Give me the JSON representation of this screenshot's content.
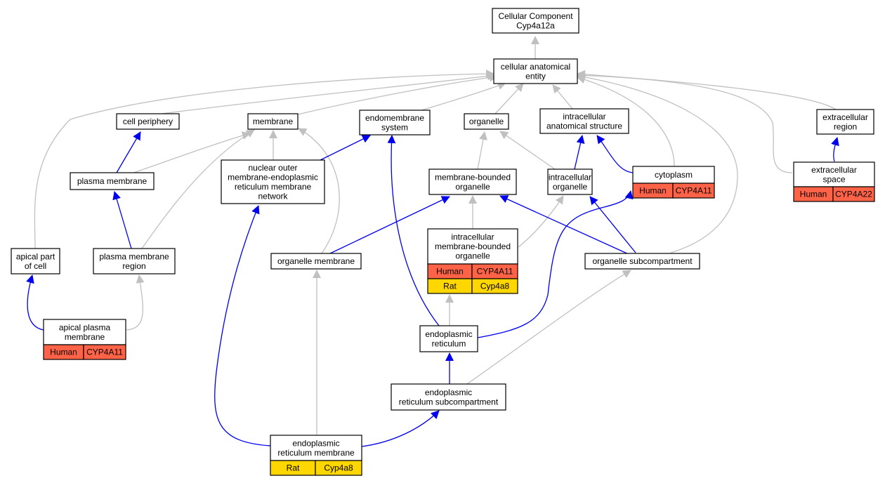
{
  "colors": {
    "gray_edge": "#c0c0c0",
    "blue_edge": "#0000ee",
    "human": "#ff6347",
    "rat": "#ffd700"
  },
  "nodes": {
    "root": {
      "lines": [
        "Cellular Component",
        "Cyp4a12a"
      ]
    },
    "cae": {
      "lines": [
        "cellular anatomical",
        "entity"
      ]
    },
    "cell_periphery": {
      "lines": [
        "cell periphery"
      ]
    },
    "membrane": {
      "lines": [
        "membrane"
      ]
    },
    "endomembrane": {
      "lines": [
        "endomembrane",
        "system"
      ]
    },
    "organelle": {
      "lines": [
        "organelle"
      ]
    },
    "ias": {
      "lines": [
        "intracellular",
        "anatomical structure"
      ]
    },
    "extracellular_region": {
      "lines": [
        "extracellular",
        "region"
      ]
    },
    "plasma_membrane": {
      "lines": [
        "plasma membrane"
      ]
    },
    "nomer": {
      "lines": [
        "nuclear outer",
        "membrane-endoplasmic",
        "reticulum membrane",
        "network"
      ]
    },
    "mbo": {
      "lines": [
        "membrane-bounded",
        "organelle"
      ]
    },
    "intra_org": {
      "lines": [
        "intracellular",
        "organelle"
      ]
    },
    "cytoplasm": {
      "lines": [
        "cytoplasm"
      ],
      "orthologs": [
        {
          "species": "Human",
          "gene": "CYP4A11"
        }
      ]
    },
    "extracellular_space": {
      "lines": [
        "extracellular",
        "space"
      ],
      "orthologs": [
        {
          "species": "Human",
          "gene": "CYP4A22"
        }
      ]
    },
    "apical_part": {
      "lines": [
        "apical part",
        "of cell"
      ]
    },
    "pmr": {
      "lines": [
        "plasma membrane",
        "region"
      ]
    },
    "organelle_membrane": {
      "lines": [
        "organelle membrane"
      ]
    },
    "imbo": {
      "lines": [
        "intracellular",
        "membrane-bounded",
        "organelle"
      ],
      "orthologs": [
        {
          "species": "Human",
          "gene": "CYP4A11"
        },
        {
          "species": "Rat",
          "gene": "Cyp4a8"
        }
      ]
    },
    "org_subcomp": {
      "lines": [
        "organelle subcompartment"
      ]
    },
    "apical_pm": {
      "lines": [
        "apical plasma",
        "membrane"
      ],
      "orthologs": [
        {
          "species": "Human",
          "gene": "CYP4A11"
        }
      ]
    },
    "er": {
      "lines": [
        "endoplasmic",
        "reticulum"
      ]
    },
    "er_subcomp": {
      "lines": [
        "endoplasmic",
        "reticulum subcompartment"
      ]
    },
    "er_membrane": {
      "lines": [
        "endoplasmic",
        "reticulum membrane"
      ],
      "orthologs": [
        {
          "species": "Rat",
          "gene": "Cyp4a8"
        }
      ]
    }
  }
}
